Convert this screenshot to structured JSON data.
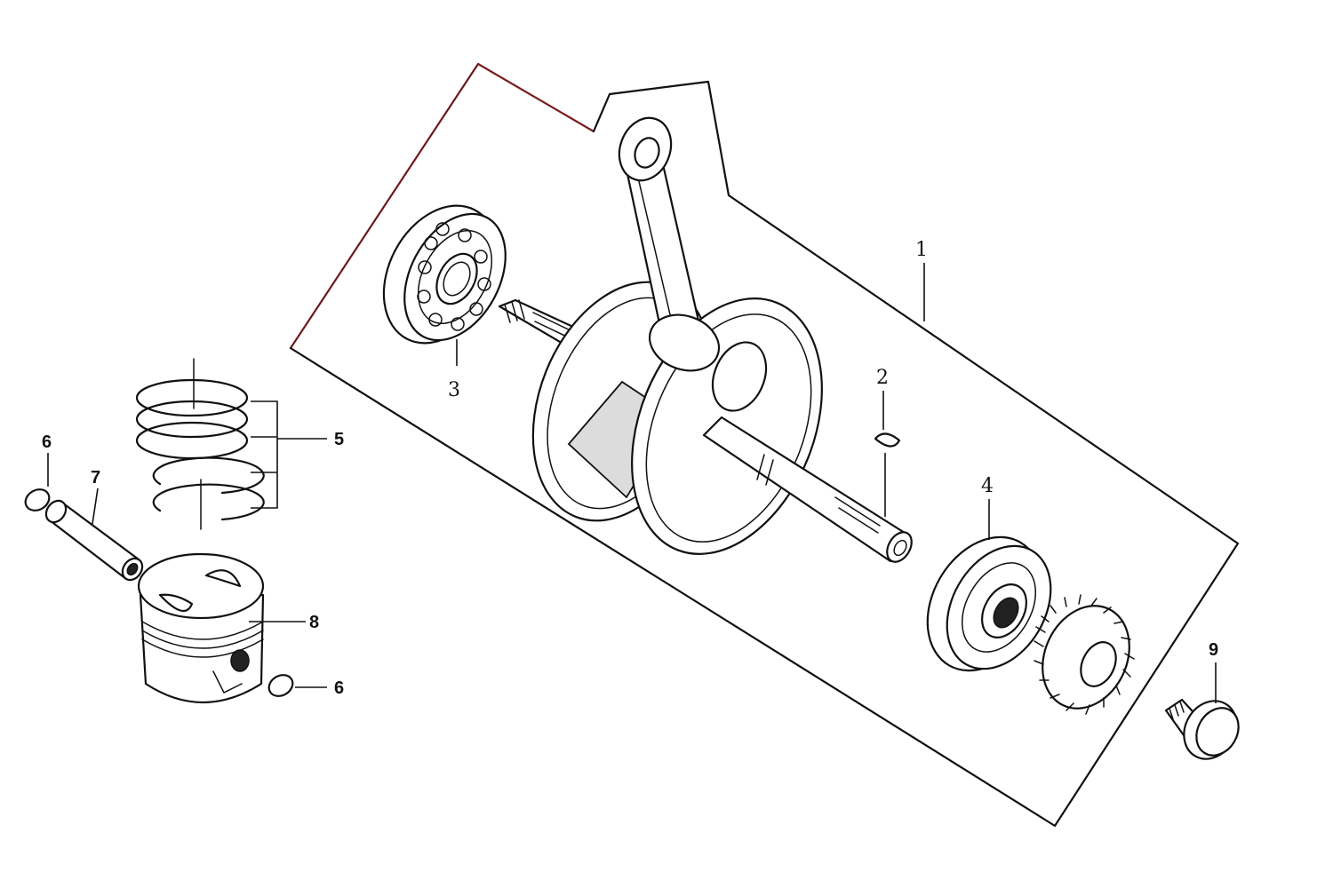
{
  "callouts": {
    "c1": "1",
    "c2": "2",
    "c3": "3",
    "c4": "4",
    "c5": "5",
    "c6a": "6",
    "c6b": "6",
    "c7": "7",
    "c8": "8",
    "c9": "9"
  },
  "colors": {
    "line": "#111111",
    "background": "#ffffff",
    "frame_accent": "#8b1a1a"
  }
}
